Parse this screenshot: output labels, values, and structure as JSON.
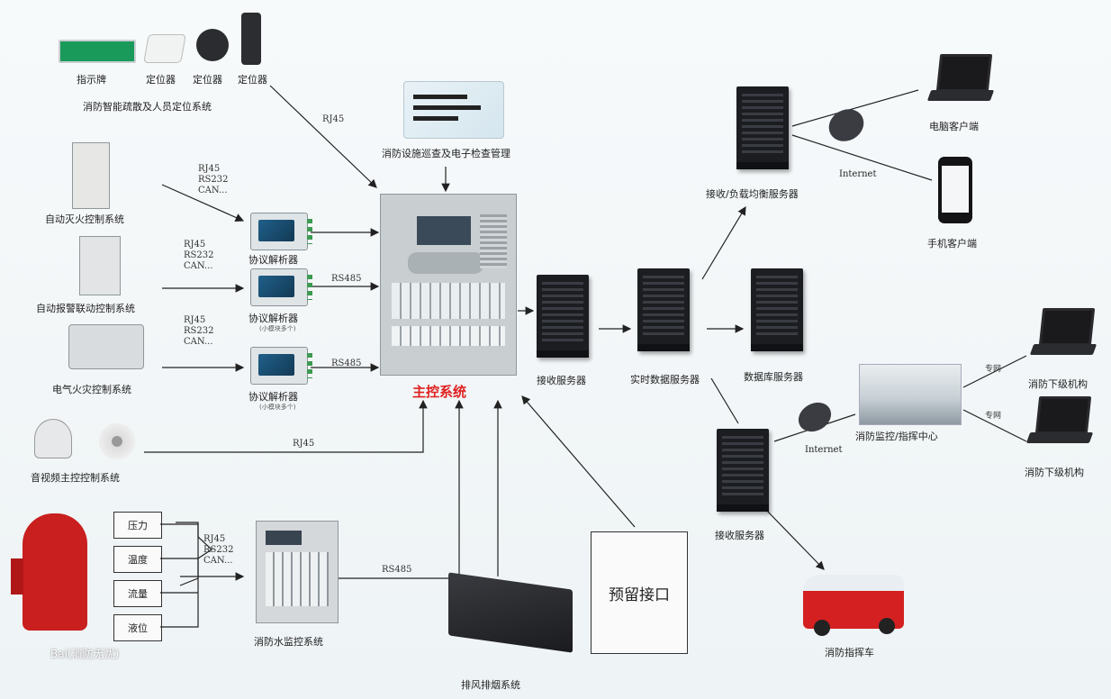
{
  "labels": {
    "indicator": "指示牌",
    "locator1": "定位器",
    "locator2": "定位器",
    "locator3": "定位器",
    "evac_system": "消防智能疏散及人员定位系统",
    "facility_mgmt": "消防设施巡查及电子检查管理",
    "auto_extinguish": "自动灭火控制系统",
    "auto_alarm": "自动报警联动控制系统",
    "electric_fire": "电气火灾控制系统",
    "video": "音视频主控控制系统",
    "parser1": "协议解析器",
    "parser2": "协议解析器",
    "parser2_sub": "(小模块多个)",
    "parser3": "协议解析器",
    "parser3_sub": "(小模块多个)",
    "main_control": "主控系统",
    "water_monitor": "消防水监控系统",
    "smoke_exhaust": "排风排烟系统",
    "reserved": "预留接口",
    "receive_server1": "接收服务器",
    "realtime_server": "实时数据服务器",
    "db_server": "数据库服务器",
    "lb_server": "接收/负载均衡服务器",
    "pc_client": "电脑客户端",
    "mobile_client": "手机客户端",
    "internet1": "Internet",
    "internet2": "Internet",
    "dispatch_center": "消防监控/指挥中心",
    "lower_org1": "消防下级机构",
    "lower_org2": "消防下级机构",
    "receive_server2": "接收服务器",
    "command_vehicle": "消防指挥车",
    "watermark": "Bai(消防无忧)"
  },
  "protocols": {
    "rj45_top": "RJ45",
    "group1": "RJ45\nRS232\nCAN...",
    "group2": "RJ45\nRS232\nCAN...",
    "group3": "RJ45\nRS232\nCAN...",
    "rs485_1": "RS485",
    "rs485_2": "RS485",
    "rj45_video": "RJ45",
    "group_water": "RJ45\nRS232\nCAN...",
    "rs485_water": "RS485",
    "wan1": "专网",
    "wan2": "专网"
  },
  "sensors": [
    "压力",
    "温度",
    "流量",
    "液位"
  ],
  "colors": {
    "main_title": "#e02020",
    "line": "#222222",
    "server": "#1c1d21"
  }
}
